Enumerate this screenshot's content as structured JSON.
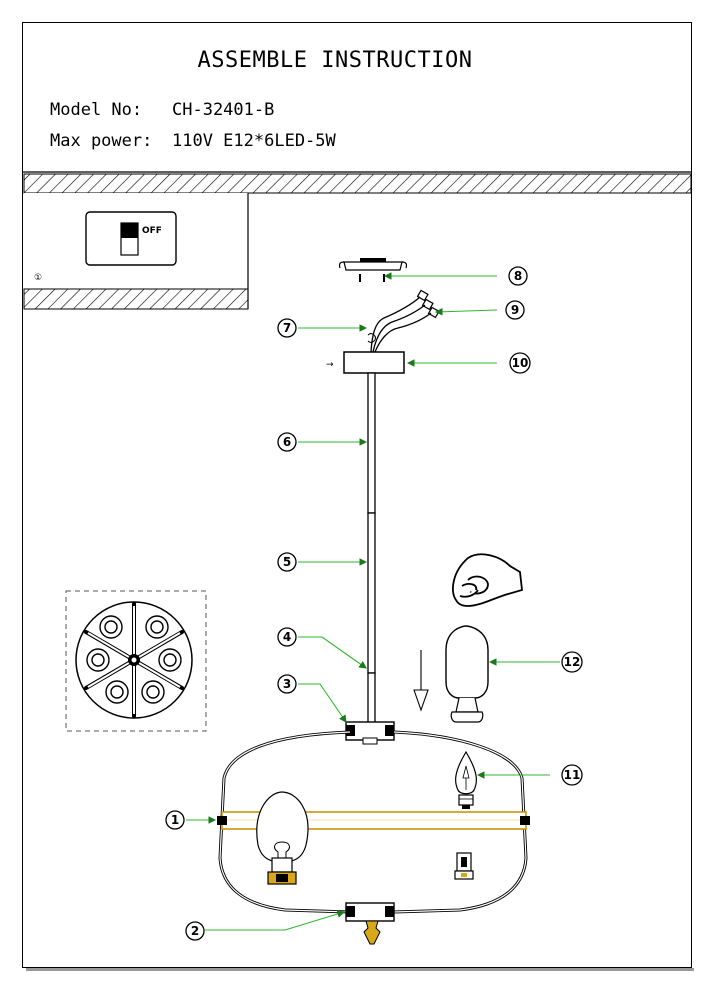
{
  "header": {
    "title": "ASSEMBLE INSTRUCTION",
    "model_label": "Model No:",
    "model_value": "CH-32401-B",
    "power_label": "Max power:",
    "power_value": "110V E12*6LED-5W"
  },
  "switch": {
    "state_label": "OFF",
    "step_marker": "①"
  },
  "callouts": {
    "c1": "1",
    "c2": "2",
    "c3": "3",
    "c4": "4",
    "c5": "5",
    "c6": "6",
    "c7": "7",
    "c8": "8",
    "c9": "9",
    "c10": "10",
    "c11": "11",
    "c12": "12"
  },
  "colors": {
    "line": "#000000",
    "leader": "#2db82d",
    "arrow_head": "#1a7a1a",
    "ring": "#c8960a",
    "brass": "#d8a818"
  }
}
